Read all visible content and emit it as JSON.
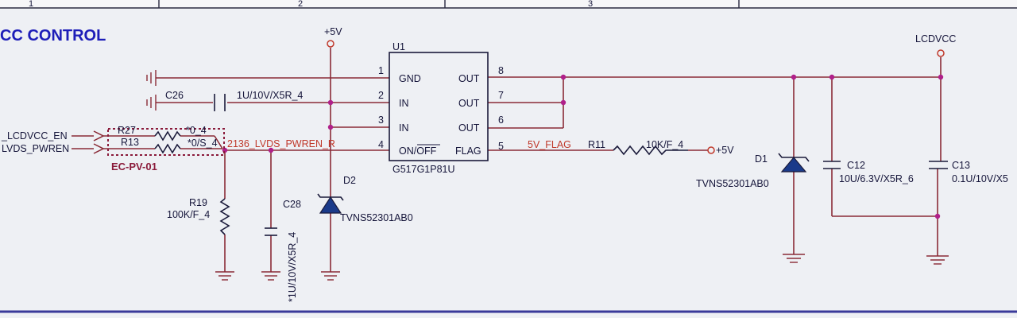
{
  "frame": {
    "zone_1": "1",
    "zone_2": "2",
    "zone_3": "3"
  },
  "title": "CC CONTROL",
  "nets": {
    "plus5v_top": "+5V",
    "lcdvcc": "LCDVCC",
    "lcdvcc_en": "_LCDVCC_EN",
    "lvds_pwren": "LVDS_PWREN",
    "lvds_pwren_r": "2136_LVDS_PWREN_R",
    "flag": "5V_FLAG",
    "plus5v_r11": "+5V"
  },
  "u1": {
    "ref": "U1",
    "part": "G517G1P81U",
    "pins": {
      "p1": "1",
      "p2": "2",
      "p3": "3",
      "p4": "4",
      "p5": "5",
      "p6": "6",
      "p7": "7",
      "p8": "8"
    },
    "pin_names": {
      "gnd": "GND",
      "in1": "IN",
      "in2": "IN",
      "on_off": "ON/OFF",
      "out1": "OUT",
      "out2": "OUT",
      "out3": "OUT",
      "flag": "FLAG"
    }
  },
  "c26": {
    "ref": "C26",
    "value": "1U/10V/X5R_4"
  },
  "r27": {
    "ref": "R27",
    "value": "*0_4"
  },
  "r13": {
    "ref": "R13",
    "value": "*0/S_4"
  },
  "option_block": "EC-PV-01",
  "r19": {
    "ref": "R19",
    "value": "100K/F_4"
  },
  "c28": {
    "ref": "C28",
    "value": "*1U/10V/X5R_4"
  },
  "d2": {
    "ref": "D2",
    "value": "TVNS52301AB0"
  },
  "r11": {
    "ref": "R11",
    "value": "10K/F_4"
  },
  "d1": {
    "ref": "D1",
    "value": "TVNS52301AB0"
  },
  "c12": {
    "ref": "C12",
    "value": "10U/6.3V/X5R_6"
  },
  "c13": {
    "ref": "C13",
    "value": "0.1U/10V/X5"
  }
}
